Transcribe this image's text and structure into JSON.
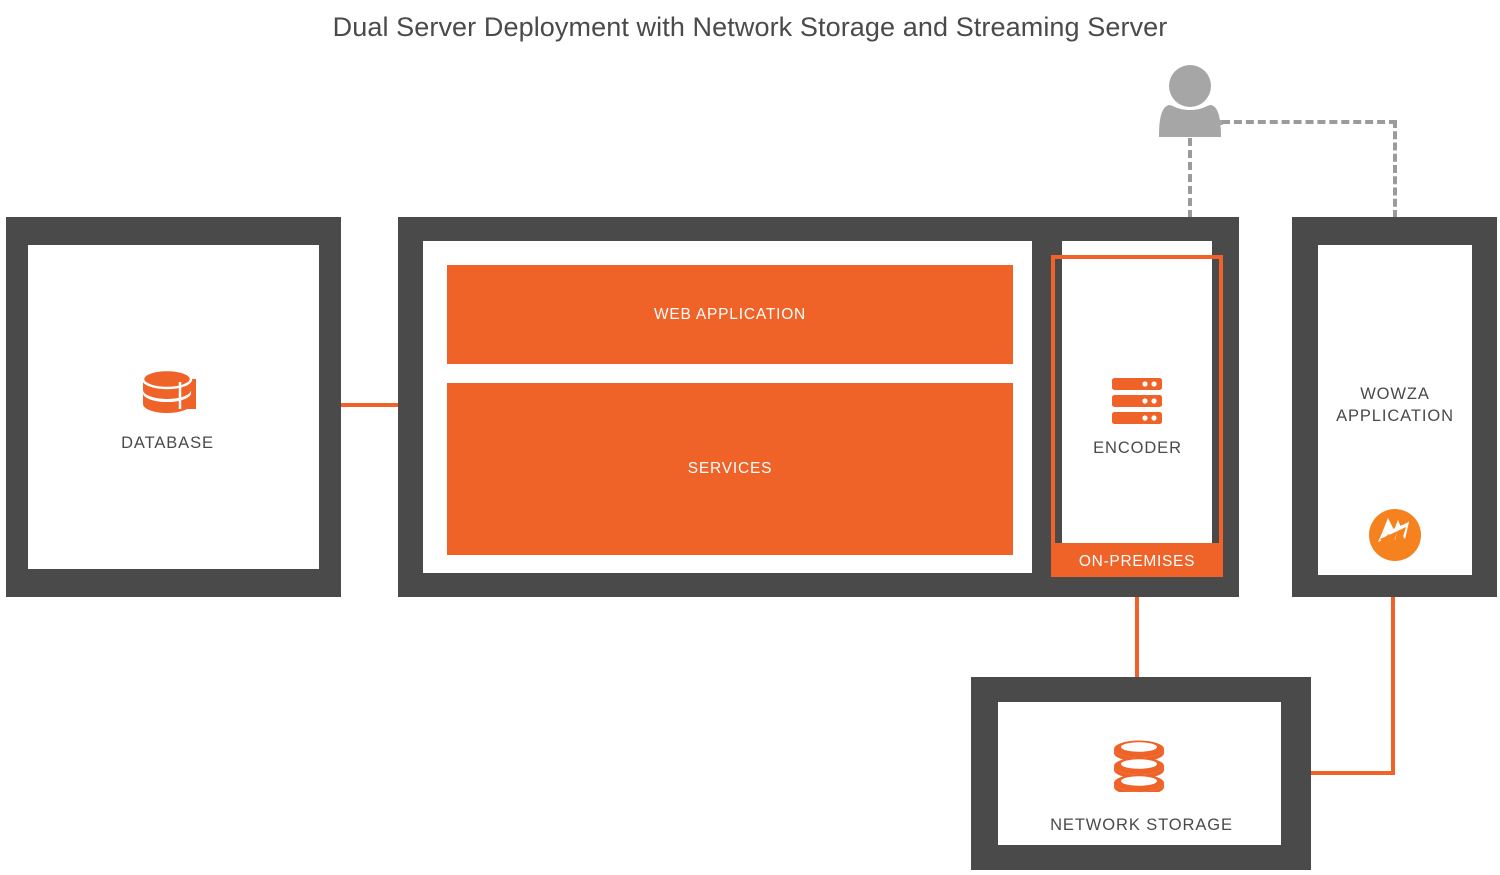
{
  "title": "Dual Server Deployment with Network Storage and Streaming Server",
  "nodes": {
    "database": {
      "label": "DATABASE",
      "icon": "database-cylinder-icon"
    },
    "app_server": {
      "panels": [
        {
          "label": "WEB APPLICATION"
        },
        {
          "label": "SERVICES"
        }
      ]
    },
    "encoder": {
      "label": "ENCODER",
      "icon": "server-rack-icon",
      "badge": "ON-PREMISES"
    },
    "wowza": {
      "label_line1": "WOWZA",
      "label_line2": "APPLICATION",
      "icon": "wowza-logo-icon"
    },
    "network_storage": {
      "label": "NETWORK STORAGE",
      "icon": "disk-stack-icon"
    },
    "user": {
      "icon": "user-silhouette-icon"
    }
  },
  "colors": {
    "accent_orange": "#EF6228",
    "frame_dark": "#4A4A4A",
    "dashed_gray": "#9B9B9B",
    "text_dark": "#4A4A4A",
    "panel_text": "#FFFFFF",
    "background": "#FFFFFF"
  },
  "connections": [
    {
      "from": "database",
      "to": "app_server",
      "style": "solid-orange"
    },
    {
      "from": "encoder",
      "to": "network_storage",
      "style": "solid-orange"
    },
    {
      "from": "wowza",
      "to": "network_storage",
      "style": "solid-orange"
    },
    {
      "from": "user",
      "to": "app_server",
      "style": "dashed-gray"
    },
    {
      "from": "user",
      "to": "wowza",
      "style": "dashed-gray"
    }
  ]
}
